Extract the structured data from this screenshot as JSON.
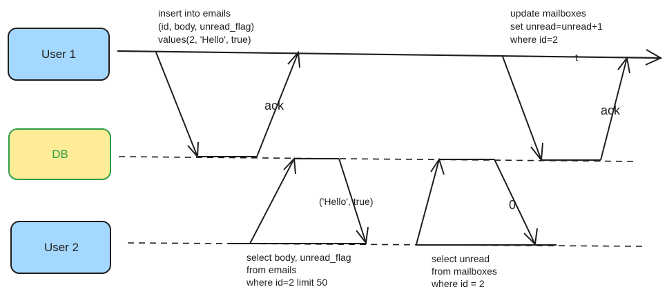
{
  "actors": {
    "user1": {
      "label": "User 1",
      "fill": "#a5d8ff",
      "stroke": "#1e1e1e",
      "text_color": "#1e1e1e"
    },
    "db": {
      "label": "DB",
      "fill": "#ffec99",
      "stroke": "#2f9e44",
      "text_color": "#2f9e44"
    },
    "user2": {
      "label": "User 2",
      "fill": "#a5d8ff",
      "stroke": "#1e1e1e",
      "text_color": "#1e1e1e"
    }
  },
  "timeline": {
    "axis_label": "t"
  },
  "notes": {
    "insert": [
      "insert into emails",
      "(id, body, unread_flag)",
      "values(2, 'Hello', true)"
    ],
    "update": [
      "update mailboxes",
      "set unread=unread+1",
      "where id=2"
    ],
    "select_body": [
      "select body, unread_flag",
      "from emails",
      "where id=2 limit 50"
    ],
    "select_unread": [
      "select unread",
      "from mailboxes",
      "where id = 2"
    ]
  },
  "messages": {
    "ack_1": "ack",
    "ack_2": "ack",
    "hello_result": "('Hello', true)",
    "zero_result": "0"
  },
  "colors": {
    "line": "#1e1e1e"
  }
}
